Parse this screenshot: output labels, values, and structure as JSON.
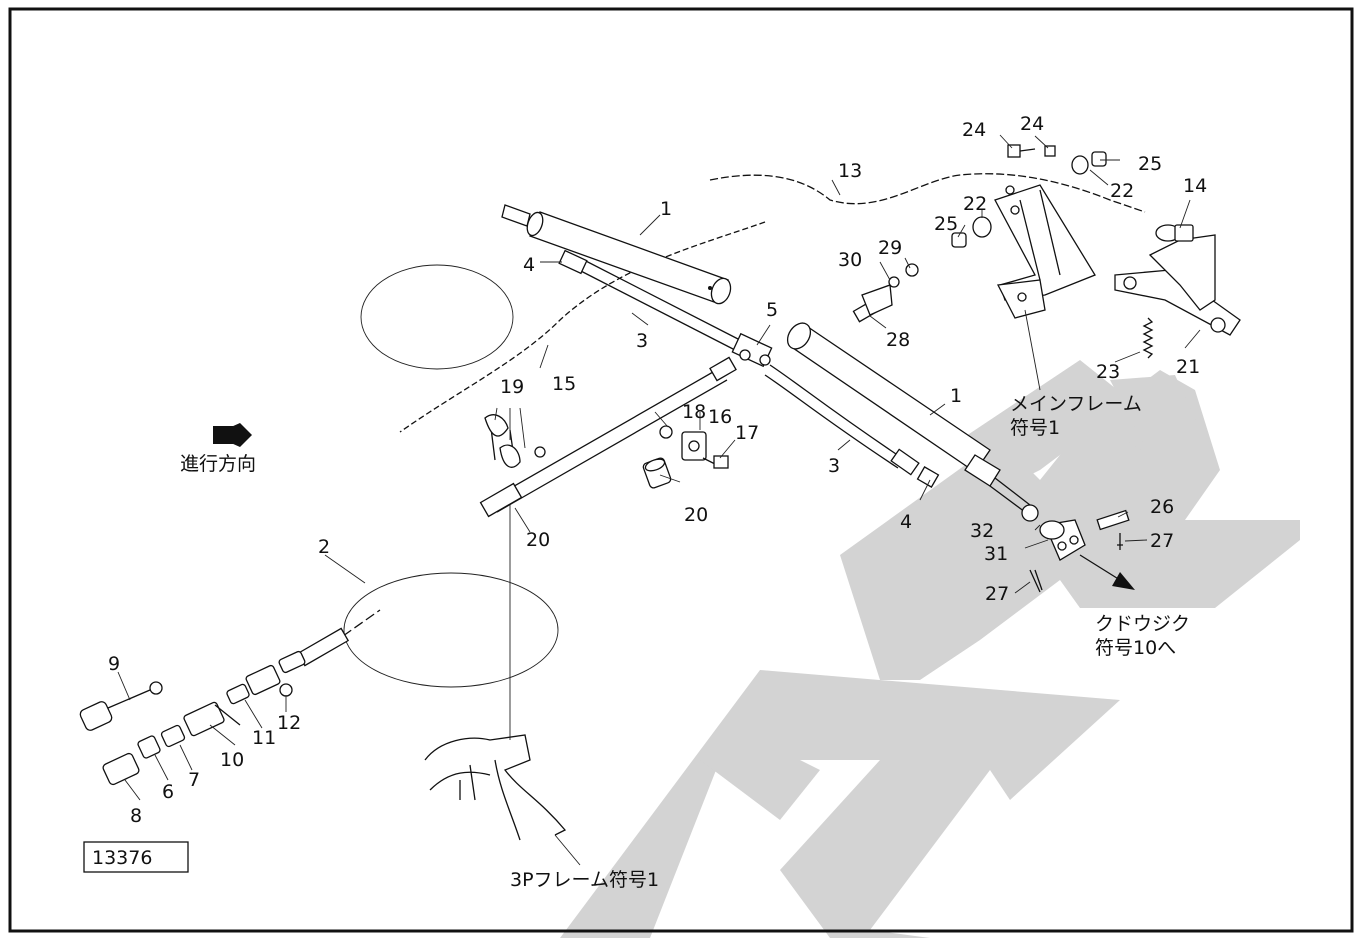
{
  "drawing_number": "13376",
  "labels": {
    "direction": "進行方向",
    "main_frame_line1": "メインフレーム",
    "main_frame_line2": "符号1",
    "drive_shaft_line1": "クドウジク",
    "drive_shaft_line2": "符号10へ",
    "three_p_frame": "3Pフレーム符号1"
  },
  "callouts": {
    "c1a": "1",
    "c1b": "1",
    "c2": "2",
    "c3a": "3",
    "c3b": "3",
    "c4a": "4",
    "c4b": "4",
    "c5": "5",
    "c6": "6",
    "c7": "7",
    "c8": "8",
    "c9": "9",
    "c10": "10",
    "c11": "11",
    "c12": "12",
    "c13": "13",
    "c14": "14",
    "c15": "15",
    "c16": "16",
    "c17": "17",
    "c18": "18",
    "c19": "19",
    "c20a": "20",
    "c20b": "20",
    "c21": "21",
    "c22a": "22",
    "c22b": "22",
    "c23": "23",
    "c24a": "24",
    "c24b": "24",
    "c25a": "25",
    "c25b": "25",
    "c26": "26",
    "c27a": "27",
    "c27b": "27",
    "c28": "28",
    "c29": "29",
    "c30": "30",
    "c31": "31",
    "c32": "32"
  },
  "colors": {
    "ink": "#111111",
    "watermark": "#d3d3d3",
    "background": "#ffffff"
  }
}
